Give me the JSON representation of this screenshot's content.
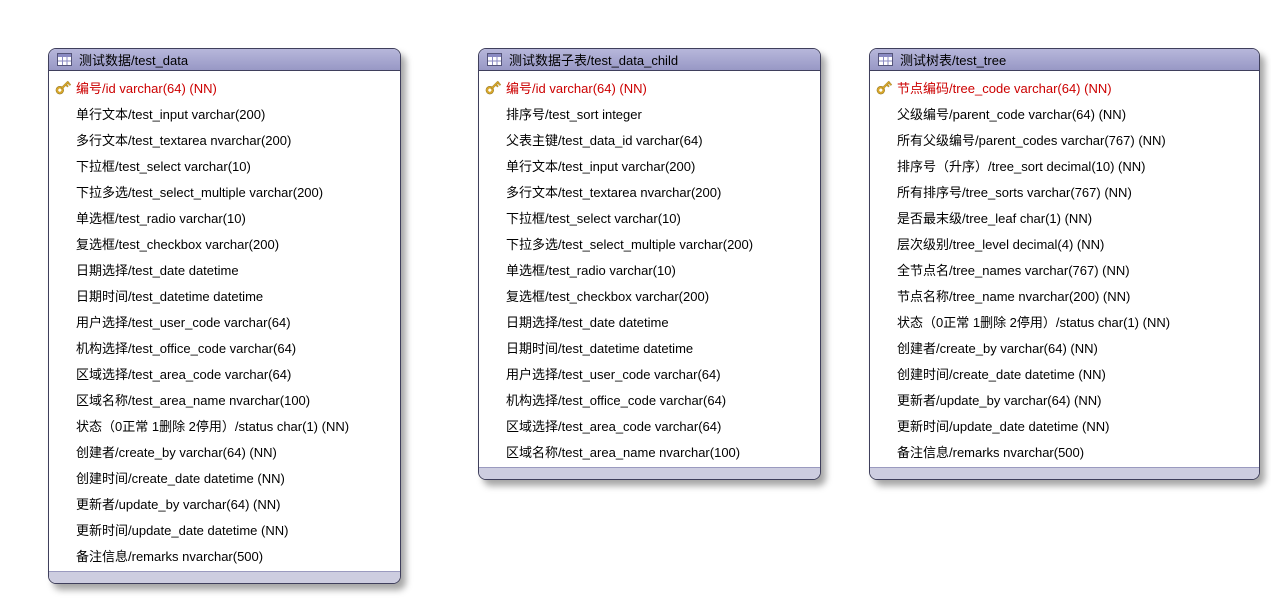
{
  "diagram": {
    "colors": {
      "canvas_bg": "#ffffff",
      "card_border": "#3f3f5c",
      "header_bg_top": "#b7b7db",
      "header_bg_bottom": "#9898c5",
      "header_text": "#000000",
      "body_bg": "#ffffff",
      "footer_bg": "#cdcde0",
      "field_text": "#000000",
      "primary_key_text": "#cc0000",
      "key_icon": "#d8a72a"
    },
    "icons": {
      "table_header": "table-icon",
      "primary_key": "key-icon"
    },
    "tables": [
      {
        "id": "test_data",
        "title": "测试数据/test_data",
        "fields": [
          {
            "label": "编号/id varchar(64) (NN)",
            "pk": true
          },
          {
            "label": "单行文本/test_input varchar(200)",
            "pk": false
          },
          {
            "label": "多行文本/test_textarea nvarchar(200)",
            "pk": false
          },
          {
            "label": "下拉框/test_select varchar(10)",
            "pk": false
          },
          {
            "label": "下拉多选/test_select_multiple varchar(200)",
            "pk": false
          },
          {
            "label": "单选框/test_radio varchar(10)",
            "pk": false
          },
          {
            "label": "复选框/test_checkbox varchar(200)",
            "pk": false
          },
          {
            "label": "日期选择/test_date datetime",
            "pk": false
          },
          {
            "label": "日期时间/test_datetime datetime",
            "pk": false
          },
          {
            "label": "用户选择/test_user_code varchar(64)",
            "pk": false
          },
          {
            "label": "机构选择/test_office_code varchar(64)",
            "pk": false
          },
          {
            "label": "区域选择/test_area_code varchar(64)",
            "pk": false
          },
          {
            "label": "区域名称/test_area_name nvarchar(100)",
            "pk": false
          },
          {
            "label": "状态（0正常 1删除 2停用）/status char(1) (NN)",
            "pk": false
          },
          {
            "label": "创建者/create_by varchar(64) (NN)",
            "pk": false
          },
          {
            "label": "创建时间/create_date datetime (NN)",
            "pk": false
          },
          {
            "label": "更新者/update_by varchar(64) (NN)",
            "pk": false
          },
          {
            "label": "更新时间/update_date datetime (NN)",
            "pk": false
          },
          {
            "label": "备注信息/remarks nvarchar(500)",
            "pk": false
          }
        ]
      },
      {
        "id": "test_data_child",
        "title": "测试数据子表/test_data_child",
        "fields": [
          {
            "label": "编号/id varchar(64) (NN)",
            "pk": true
          },
          {
            "label": "排序号/test_sort integer",
            "pk": false
          },
          {
            "label": "父表主键/test_data_id varchar(64)",
            "pk": false
          },
          {
            "label": "单行文本/test_input varchar(200)",
            "pk": false
          },
          {
            "label": "多行文本/test_textarea nvarchar(200)",
            "pk": false
          },
          {
            "label": "下拉框/test_select varchar(10)",
            "pk": false
          },
          {
            "label": "下拉多选/test_select_multiple varchar(200)",
            "pk": false
          },
          {
            "label": "单选框/test_radio varchar(10)",
            "pk": false
          },
          {
            "label": "复选框/test_checkbox varchar(200)",
            "pk": false
          },
          {
            "label": "日期选择/test_date datetime",
            "pk": false
          },
          {
            "label": "日期时间/test_datetime datetime",
            "pk": false
          },
          {
            "label": "用户选择/test_user_code varchar(64)",
            "pk": false
          },
          {
            "label": "机构选择/test_office_code varchar(64)",
            "pk": false
          },
          {
            "label": "区域选择/test_area_code varchar(64)",
            "pk": false
          },
          {
            "label": "区域名称/test_area_name nvarchar(100)",
            "pk": false
          }
        ]
      },
      {
        "id": "test_tree",
        "title": "测试树表/test_tree",
        "fields": [
          {
            "label": "节点编码/tree_code varchar(64) (NN)",
            "pk": true
          },
          {
            "label": "父级编号/parent_code varchar(64) (NN)",
            "pk": false
          },
          {
            "label": "所有父级编号/parent_codes varchar(767) (NN)",
            "pk": false
          },
          {
            "label": "排序号（升序）/tree_sort decimal(10) (NN)",
            "pk": false
          },
          {
            "label": "所有排序号/tree_sorts varchar(767) (NN)",
            "pk": false
          },
          {
            "label": "是否最末级/tree_leaf char(1) (NN)",
            "pk": false
          },
          {
            "label": "层次级别/tree_level decimal(4) (NN)",
            "pk": false
          },
          {
            "label": "全节点名/tree_names varchar(767) (NN)",
            "pk": false
          },
          {
            "label": "节点名称/tree_name nvarchar(200) (NN)",
            "pk": false
          },
          {
            "label": "状态（0正常 1删除 2停用）/status char(1) (NN)",
            "pk": false
          },
          {
            "label": "创建者/create_by varchar(64) (NN)",
            "pk": false
          },
          {
            "label": "创建时间/create_date datetime (NN)",
            "pk": false
          },
          {
            "label": "更新者/update_by varchar(64) (NN)",
            "pk": false
          },
          {
            "label": "更新时间/update_date datetime (NN)",
            "pk": false
          },
          {
            "label": "备注信息/remarks nvarchar(500)",
            "pk": false
          }
        ]
      }
    ]
  }
}
